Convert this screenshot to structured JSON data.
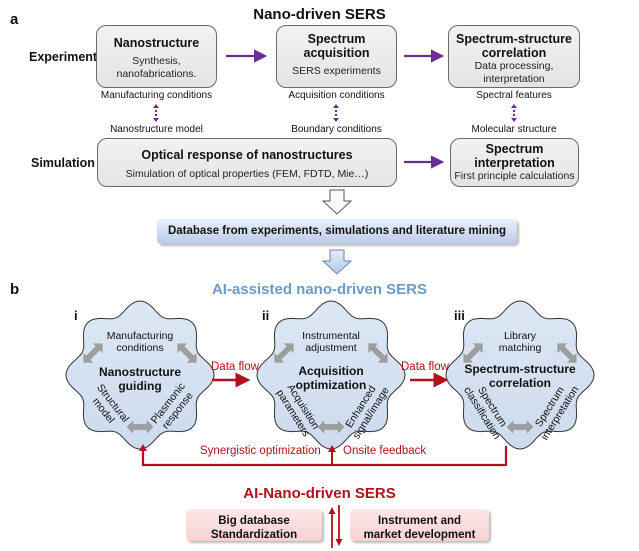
{
  "panel_a": {
    "letter": "a",
    "title": "Nano-driven SERS",
    "rows": {
      "experiment": "Experiment",
      "simulation": "Simulation"
    },
    "experiment_boxes": [
      {
        "title": "Nanostructure",
        "subtitle_line1": "Synthesis,",
        "subtitle_line2": "nanofabrications."
      },
      {
        "title_line1": "Spectrum",
        "title_line2": "acquisition",
        "subtitle": "SERS experiments"
      },
      {
        "title_line1": "Spectrum-structure",
        "title_line2": "correlation",
        "subtitle_line1": "Data processing,",
        "subtitle_line2": "interpretation"
      }
    ],
    "experiment_conditions": [
      "Manufacturing conditions",
      "Acquisition conditions",
      "Spectral features"
    ],
    "simulation_conditions": [
      "Nanostructure model",
      "Boundary conditions",
      "Molecular structure"
    ],
    "simulation_boxes": [
      {
        "title": "Optical response of nanostructures",
        "subtitle": "Simulation of optical properties (FEM, FDTD, Mie…)"
      },
      {
        "title_line1": "Spectrum",
        "title_line2": "interpretation",
        "subtitle": "First principle calculations"
      }
    ],
    "database": "Database from experiments, simulations and literature mining",
    "colors": {
      "arrow": "#6b2d8f",
      "box_fill": "#ebebeb",
      "box_border": "#6a6a6a",
      "database_fill": "#c5d5ec"
    }
  },
  "panel_b": {
    "letter": "b",
    "title": "AI-assisted nano-driven SERS",
    "modules": [
      {
        "numeral": "i",
        "center_line1": "Nanostructure",
        "center_line2": "guiding",
        "top_line1": "Manufacturing",
        "top_line2": "conditions",
        "left_line1": "Structural",
        "left_line2": "model",
        "right_line1": "Plasmonic",
        "right_line2": "response"
      },
      {
        "numeral": "ii",
        "center_line1": "Acquisition",
        "center_line2": "optimization",
        "top_line1": "Instrumental",
        "top_line2": "adjustment",
        "left_line1": "Acquisition",
        "left_line2": "parameters",
        "right_line1": "Enhanced",
        "right_line2": "signal/image"
      },
      {
        "numeral": "iii",
        "center_line1": "Spectrum-structure",
        "center_line2": "correlation",
        "top_line1": "Library",
        "top_line2": "matching",
        "left_line1": "Spectrum",
        "left_line2": "classification",
        "right_line1": "Spectrum",
        "right_line2": "interpretation"
      }
    ],
    "flow_labels": [
      "Data flow",
      "Data flow"
    ],
    "feedback_labels": {
      "left": "Synergistic optimization",
      "right": "Onsite feedback"
    },
    "result_title": "AI-Nano-driven SERS",
    "outcomes": [
      {
        "line1": "Big database",
        "line2": "Standardization"
      },
      {
        "line1": "Instrument and",
        "line2": "market development"
      }
    ],
    "colors": {
      "title": "#6a9bc9",
      "cloud_fill": "#d6e2f2",
      "flow": "#b0111a",
      "outcome_fill": "#fadcdc",
      "double_arrow": "#a0a0a0"
    }
  }
}
